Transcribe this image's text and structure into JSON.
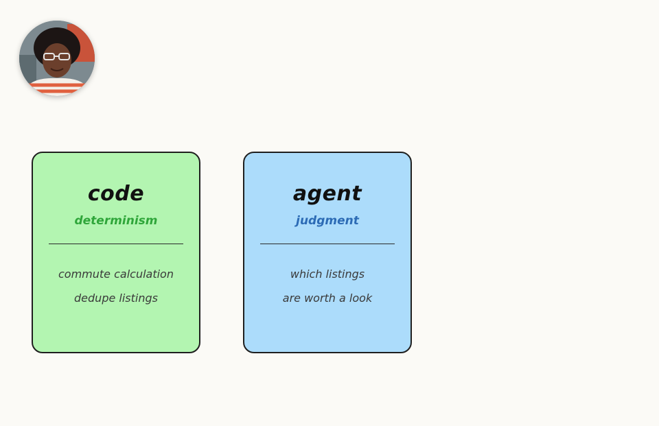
{
  "colors": {
    "background": "#fbfaf6",
    "code_card_fill": "#b3f5b1",
    "agent_card_fill": "#acdcfb",
    "code_subtitle": "#2fa63a",
    "agent_subtitle": "#2c6bb5"
  },
  "presenter": {
    "avatar_icon": "presenter-webcam-avatar"
  },
  "cards": [
    {
      "title": "code",
      "subtitle": "determinism",
      "lines": [
        "commute calculation",
        "dedupe listings"
      ]
    },
    {
      "title": "agent",
      "subtitle": "judgment",
      "lines": [
        "which listings",
        "are worth a look"
      ]
    }
  ]
}
